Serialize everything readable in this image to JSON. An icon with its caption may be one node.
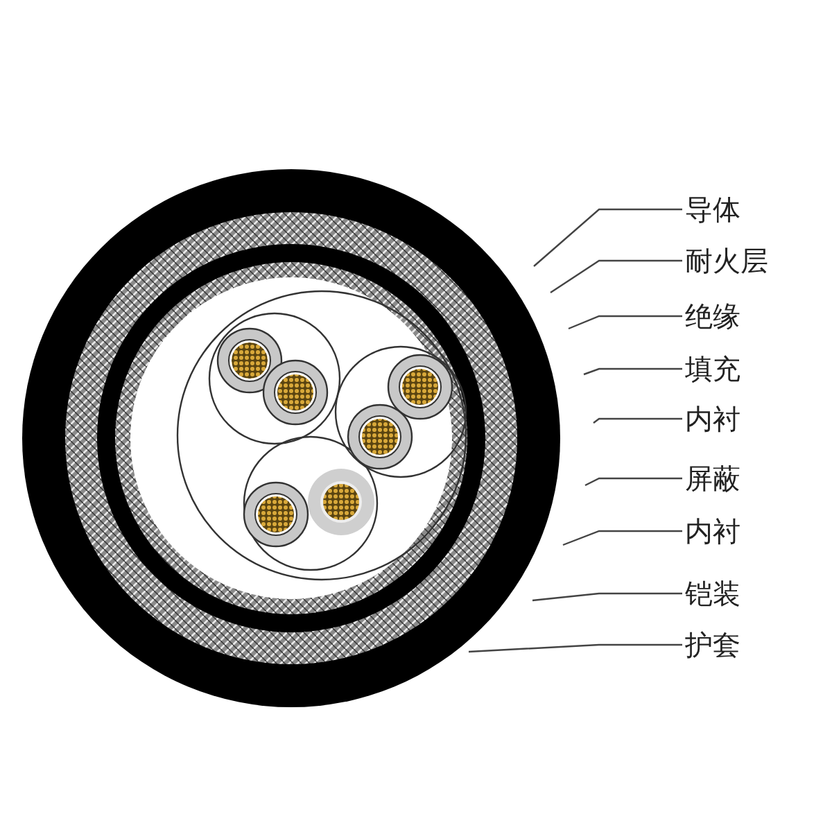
{
  "diagram": {
    "nodes": [
      {
        "text": [
          "导体"
        ]
      },
      {
        "text": [
          "耐火层"
        ]
      },
      {
        "text": [
          "绝缘"
        ]
      },
      {
        "text": [
          "填充"
        ]
      },
      {
        "text": [
          "内衬"
        ]
      },
      {
        "text": [
          "屏蔽"
        ]
      },
      {
        "text": [
          "内衬"
        ]
      },
      {
        "text": [
          "铠装"
        ]
      },
      {
        "text": [
          "护套"
        ]
      }
    ],
    "edges": [
      {
        "from": 0,
        "to": null,
        "arrow": "none"
      },
      {
        "from": 1,
        "to": null,
        "arrow": "none"
      },
      {
        "from": 2,
        "to": null,
        "arrow": "none"
      },
      {
        "from": 3,
        "to": null,
        "arrow": "none"
      },
      {
        "from": 4,
        "to": null,
        "arrow": "none"
      },
      {
        "from": 5,
        "to": null,
        "arrow": "none"
      },
      {
        "from": 6,
        "to": null,
        "arrow": "none"
      },
      {
        "from": 7,
        "to": null,
        "arrow": "none"
      },
      {
        "from": 8,
        "to": null,
        "arrow": "none"
      }
    ]
  }
}
